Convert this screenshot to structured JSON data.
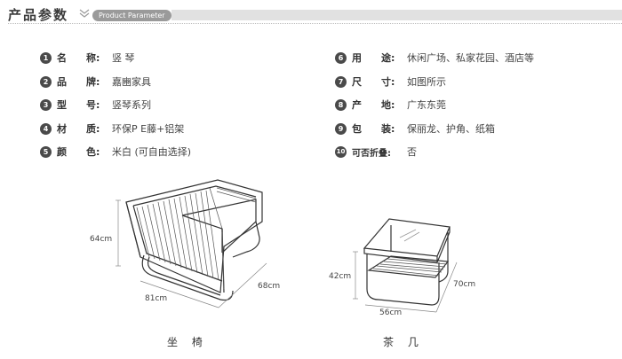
{
  "header": {
    "title": "产品参数",
    "subtitle": "Product Parameter"
  },
  "params_left": [
    {
      "num": "1",
      "label": "名　　称:",
      "value": "竖 琴"
    },
    {
      "num": "2",
      "label": "品　　牌:",
      "value": "嘉豳家具"
    },
    {
      "num": "3",
      "label": "型　　号:",
      "value": "竖琴系列"
    },
    {
      "num": "4",
      "label": "材　　质:",
      "value": "环保P E藤+铝架"
    },
    {
      "num": "5",
      "label": "颜　　色:",
      "value": "米白 (可自由选择)"
    }
  ],
  "params_right": [
    {
      "num": "6",
      "label": "用　　途:",
      "value": "休闲广场、私家花园、酒店等"
    },
    {
      "num": "7",
      "label": "尺　　寸:",
      "value": "如图所示"
    },
    {
      "num": "8",
      "label": "产　　地:",
      "value": "广东东莞"
    },
    {
      "num": "9",
      "label": "包　　装:",
      "value": "保丽龙、护角、纸箱"
    },
    {
      "num": "10",
      "label": "可否折叠:",
      "value": "否"
    }
  ],
  "chair": {
    "caption": "坐 椅",
    "height": "64cm",
    "width": "81cm",
    "depth": "68cm"
  },
  "table": {
    "caption": "茶 几",
    "height": "42cm",
    "width": "56cm",
    "depth": "70cm"
  },
  "icons": [
    "chevron-double-down-icon"
  ]
}
